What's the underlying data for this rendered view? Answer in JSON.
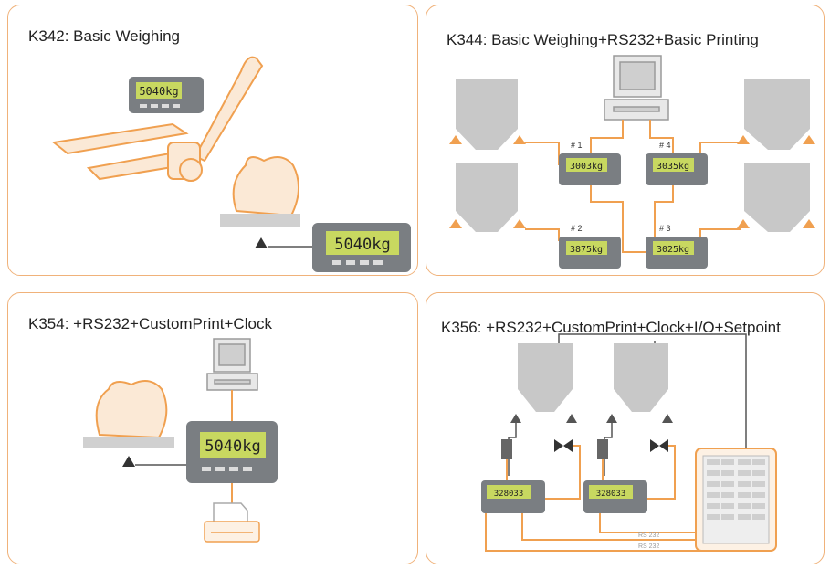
{
  "panels": [
    {
      "title": "K342: Basic Weighing"
    },
    {
      "title": "K344: Basic Weighing+RS232+Basic Printing"
    },
    {
      "title": "K354: +RS232+CustomPrint+Clock"
    },
    {
      "title": "K356: +RS232+CustomPrint+Clock+I/O+Setpoint"
    }
  ],
  "p1": {
    "display_small": "5040kg",
    "display_large": "5040kg"
  },
  "p2": {
    "labels": [
      "# 1",
      "# 4",
      "# 2",
      "# 3"
    ],
    "displays": [
      "3003kg",
      "3035kg",
      "3875kg",
      "3025kg"
    ]
  },
  "p3": {
    "display": "5040kg"
  },
  "p4": {
    "displays": [
      "328033",
      "328033"
    ],
    "cable_labels": [
      "RS 232",
      "RS 232"
    ]
  },
  "colors": {
    "accent": "#f0a050",
    "panel_border": "#f0b27a",
    "lcd": "#c8d860",
    "indicator": "#7a7e82",
    "hopper": "#c8c8c8"
  }
}
